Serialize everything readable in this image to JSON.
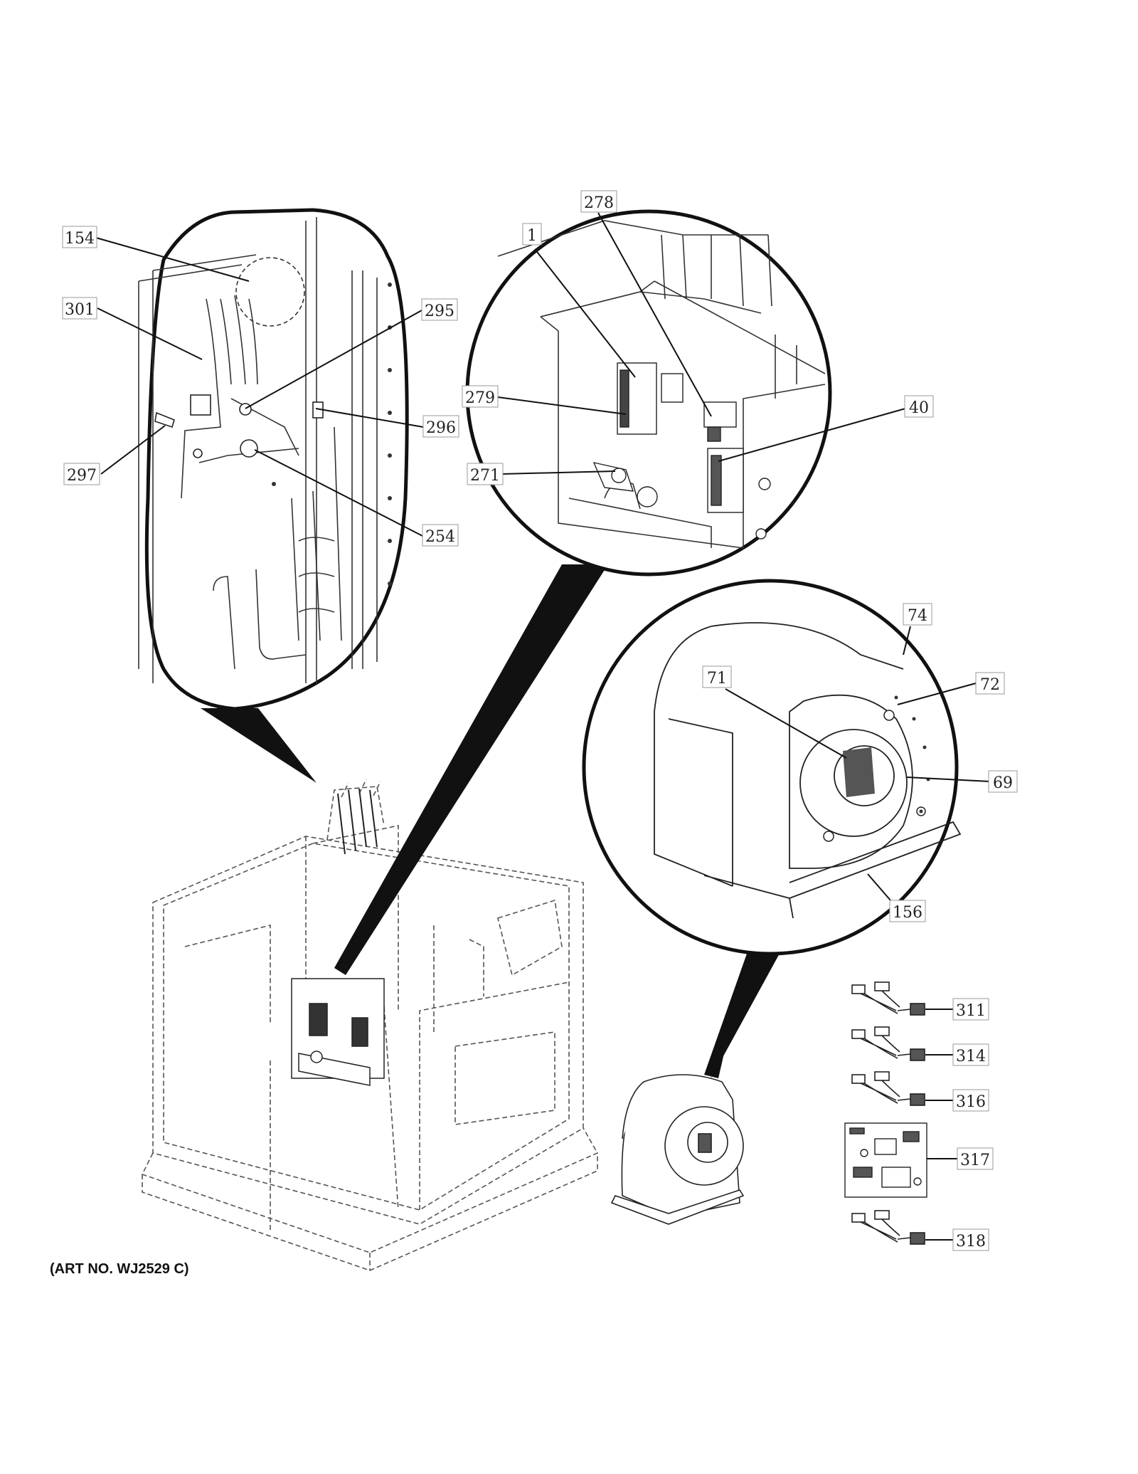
{
  "art_number": "(ART NO. WJ2529 C)",
  "callouts": {
    "c154": "154",
    "c301": "301",
    "c295": "295",
    "c296": "296",
    "c297": "297",
    "c254": "254",
    "c278": "278",
    "c1": "1",
    "c279": "279",
    "c271": "271",
    "c40": "40",
    "c74": "74",
    "c71": "71",
    "c72": "72",
    "c69": "69",
    "c156": "156",
    "c311": "311",
    "c314": "314",
    "c316": "316",
    "c317": "317",
    "c318": "318"
  }
}
